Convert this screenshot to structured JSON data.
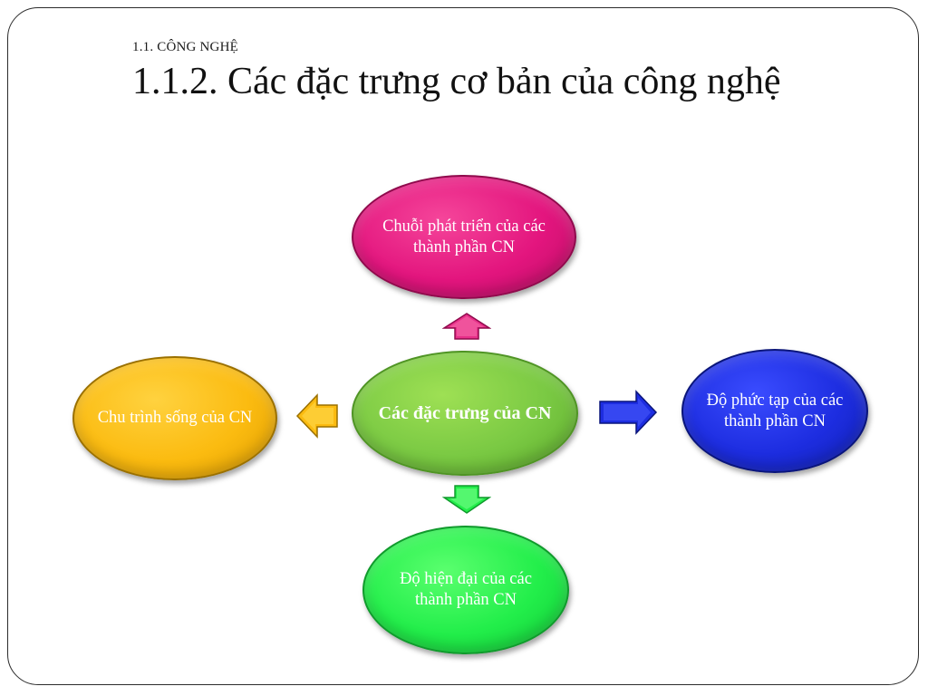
{
  "slide": {
    "section_label": "1.1. CÔNG NGHỆ",
    "title": "1.1.2. Các đặc trưng cơ bản của công nghệ"
  },
  "diagram": {
    "center": "Các đặc trưng của CN",
    "top": "Chuỗi phát triển của các thành phần CN",
    "left": "Chu trình sống của CN",
    "right": "Độ phức tạp của các thành phần CN",
    "bottom": "Độ hiện đại của các thành phần CN"
  },
  "colors": {
    "center": "#7ac943",
    "top": "#e3157e",
    "left": "#fbbb10",
    "right": "#1d2de0",
    "bottom": "#22ee4a"
  },
  "icons": {
    "up": "arrow-up-icon",
    "left": "arrow-left-icon",
    "right": "arrow-right-icon",
    "down": "arrow-down-icon"
  }
}
